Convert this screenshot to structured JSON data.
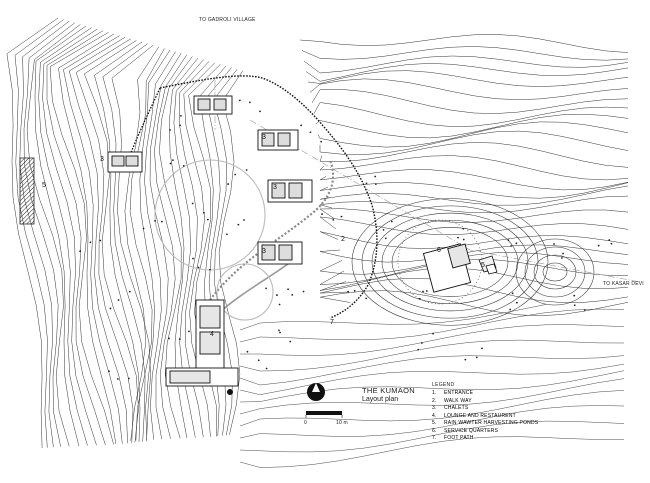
{
  "plan": {
    "title": "THE KUMAON",
    "subtitle": "Layout plan",
    "directions": {
      "north_road": "TO GADROLI VILLAGE",
      "east_road": "TO KASAR DEVI"
    },
    "scale_bar": {
      "start": "0",
      "end": "10 m"
    },
    "legend": {
      "heading": "LEGEND",
      "items": [
        {
          "num": "1.",
          "label": "ENTRANCE"
        },
        {
          "num": "2.",
          "label": "WALK WAY"
        },
        {
          "num": "3.",
          "label": "CHALETS"
        },
        {
          "num": "4.",
          "label": "LOUNGE AND RESTAURENT"
        },
        {
          "num": "5.",
          "label": "RAIN WAWTER HARVESTING PONDS"
        },
        {
          "num": "6.",
          "label": "SERVICE QUARTERS"
        },
        {
          "num": "7.",
          "label": "FOOT PATH"
        }
      ]
    },
    "building_labels": [
      {
        "id": "chalet-west",
        "text": "3"
      },
      {
        "id": "chalet-mid-1",
        "text": "3"
      },
      {
        "id": "chalet-mid-2",
        "text": "3"
      },
      {
        "id": "chalet-mid-3",
        "text": "3"
      },
      {
        "id": "service-quarters",
        "text": "6"
      },
      {
        "id": "ponds",
        "text": "5"
      },
      {
        "id": "walkway",
        "text": "2"
      },
      {
        "id": "footpath",
        "text": "7"
      },
      {
        "id": "lounge",
        "text": "4"
      },
      {
        "id": "west-strip",
        "text": "5"
      }
    ]
  }
}
